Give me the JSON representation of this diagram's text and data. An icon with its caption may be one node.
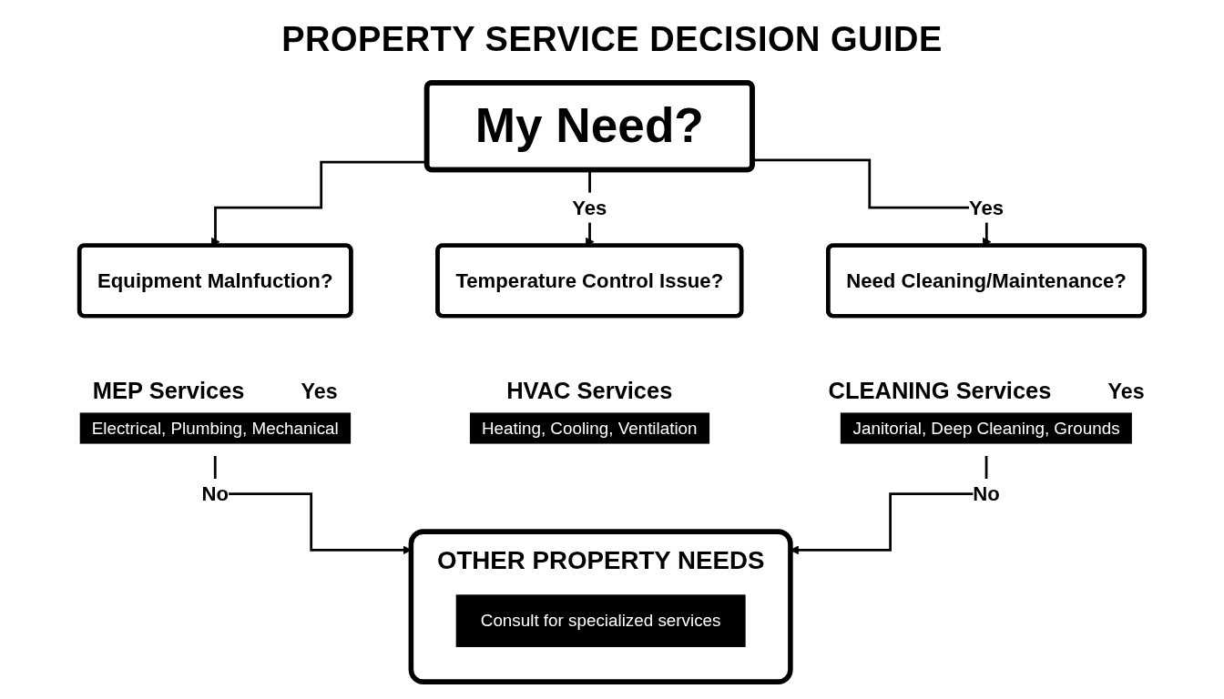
{
  "diagram": {
    "title": "PROPERTY SERVICE DECISION GUIDE",
    "nodes": [
      {
        "text": [
          "My Need?"
        ]
      },
      {
        "text": [
          "Equipment Malnfuction?"
        ]
      },
      {
        "text": [
          "MEP Services",
          "Electrical, Plumbing, Mechanical"
        ],
        "beside": [
          "Yes"
        ]
      },
      {
        "text": [
          "Temperature Control Issue?"
        ]
      },
      {
        "text": [
          "HVAC Services",
          "Heating, Cooling, Ventilation"
        ]
      },
      {
        "text": [
          "Need Cleaning/Maintenance?"
        ]
      },
      {
        "text": [
          "CLEANING Services",
          "Janitorial, Deep Cleaning, Grounds"
        ],
        "beside": [
          "Yes"
        ]
      },
      {
        "text": [
          "OTHER PROPERTY NEEDS"
        ]
      },
      {
        "text": [
          "Consult for specialized services"
        ],
        "in": 7
      }
    ],
    "edges": [
      {
        "from": 0,
        "to": 1,
        "arrow": "to"
      },
      {
        "from": 0,
        "to": 3,
        "arrow": "to",
        "label": "Yes"
      },
      {
        "from": 0,
        "to": 5,
        "arrow": "to",
        "label": "Yes"
      },
      {
        "from": 2,
        "to": 7,
        "arrow": "to",
        "label": "No"
      },
      {
        "from": 6,
        "to": 7,
        "arrow": "to",
        "label": "No"
      }
    ]
  }
}
